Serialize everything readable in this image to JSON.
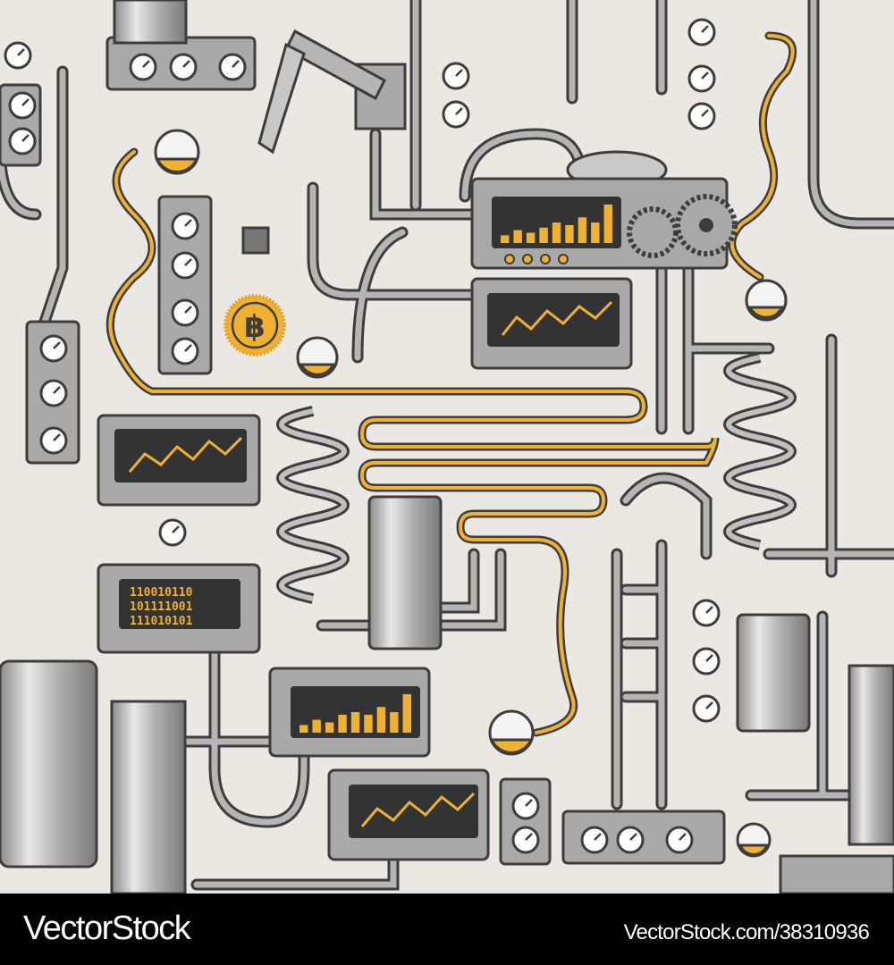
{
  "illustration": {
    "description": "Seamless pattern of industrial machinery with pipes, gauges, chart monitors and a bitcoin coin",
    "colors": {
      "background": "#ebe8e4",
      "metal": "#a9a9a9",
      "metal_light": "#c8c8c8",
      "outline": "#3d3d3d",
      "screen": "#333333",
      "accent": "#f0b030"
    },
    "bitcoin_symbol": "฿",
    "binary_screen": {
      "rows": [
        "110010110",
        "101111001",
        "111010101"
      ]
    }
  },
  "chart_data": [
    {
      "type": "bar",
      "title": "",
      "categories": [
        "1",
        "2",
        "3",
        "4",
        "5",
        "6",
        "7",
        "8",
        "9"
      ],
      "values": [
        3,
        5,
        4,
        6,
        8,
        7,
        10,
        8,
        15
      ],
      "ylim": [
        0,
        16
      ],
      "grid": true,
      "location": "top-center monitor"
    },
    {
      "type": "line",
      "title": "",
      "x": [
        1,
        2,
        3,
        4,
        5,
        6,
        7,
        8
      ],
      "values": [
        2,
        6,
        3,
        7,
        4,
        8,
        5,
        9
      ],
      "grid": true,
      "location": "center monitor"
    },
    {
      "type": "line",
      "title": "",
      "x": [
        1,
        2,
        3,
        4,
        5,
        6,
        7,
        8
      ],
      "values": [
        2,
        6,
        3,
        7,
        4,
        8,
        5,
        9
      ],
      "grid": true,
      "location": "left monitor"
    },
    {
      "type": "bar",
      "title": "",
      "categories": [
        "1",
        "2",
        "3",
        "4",
        "5",
        "6",
        "7",
        "8",
        "9"
      ],
      "values": [
        3,
        5,
        4,
        7,
        8,
        7,
        10,
        8,
        15
      ],
      "ylim": [
        0,
        16
      ],
      "grid": true,
      "location": "bottom-center monitor"
    },
    {
      "type": "line",
      "title": "",
      "x": [
        1,
        2,
        3,
        4,
        5,
        6,
        7,
        8
      ],
      "values": [
        2,
        6,
        3,
        7,
        4,
        8,
        5,
        9
      ],
      "grid": true,
      "location": "bottom monitor"
    }
  ],
  "banner": {
    "brand": "VectorStock",
    "url": "VectorStock.com/38310936"
  }
}
